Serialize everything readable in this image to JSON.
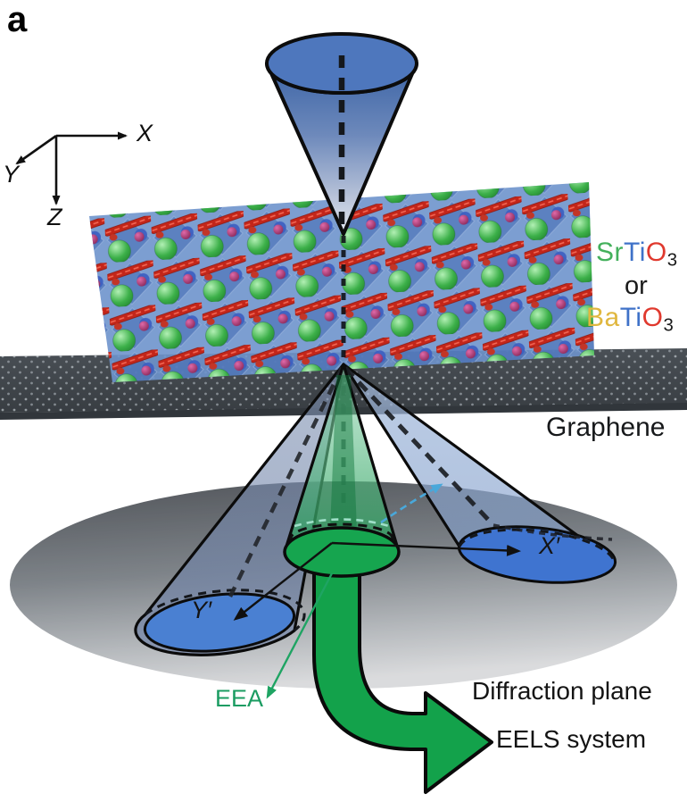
{
  "panel": {
    "label": "a"
  },
  "axes_triad": {
    "x": "X",
    "y": "Y",
    "z": "Z"
  },
  "materials": {
    "top": {
      "segments": [
        {
          "t": "Sr",
          "c": "#44b05c"
        },
        {
          "t": "Ti",
          "c": "#3f72c8"
        },
        {
          "t": "O",
          "c": "#e0392e"
        },
        {
          "t": "3",
          "c": "#1a1a1a",
          "sub": true
        }
      ]
    },
    "conjunction": "or",
    "bottom": {
      "segments": [
        {
          "t": "Ba",
          "c": "#e0b73f"
        },
        {
          "t": "Ti",
          "c": "#3f72c8"
        },
        {
          "t": "O",
          "c": "#e0392e"
        },
        {
          "t": "3",
          "c": "#1a1a1a",
          "sub": true
        }
      ]
    }
  },
  "labels": {
    "graphene": "Graphene",
    "diffraction_plane": "Diffraction plane",
    "eels_system": "EELS system",
    "eea": "EEA",
    "x_prime": "X′",
    "y_prime": "Y′"
  },
  "colors": {
    "probe_cone_blue": "#4e77bd",
    "scattered_cone_blue": "#3f74d0",
    "eea_cone_green": "#16a54f",
    "eels_arrow_green": "#13a24b",
    "eea_label_green": "#1b9c62",
    "tilt_arc_cyan": "#4aa9dc",
    "graphene_gray": "#43484e",
    "diffraction_plane_gray": "#8f959a",
    "sr_green": "#44b05c",
    "ba_yellow": "#e0b73f",
    "ti_blue": "#3f72c8",
    "o_red": "#e0392e",
    "atom_green": "#3cb049",
    "oxygen_rod_red": "#c3261a",
    "atom_maroon": "#8c2150"
  }
}
